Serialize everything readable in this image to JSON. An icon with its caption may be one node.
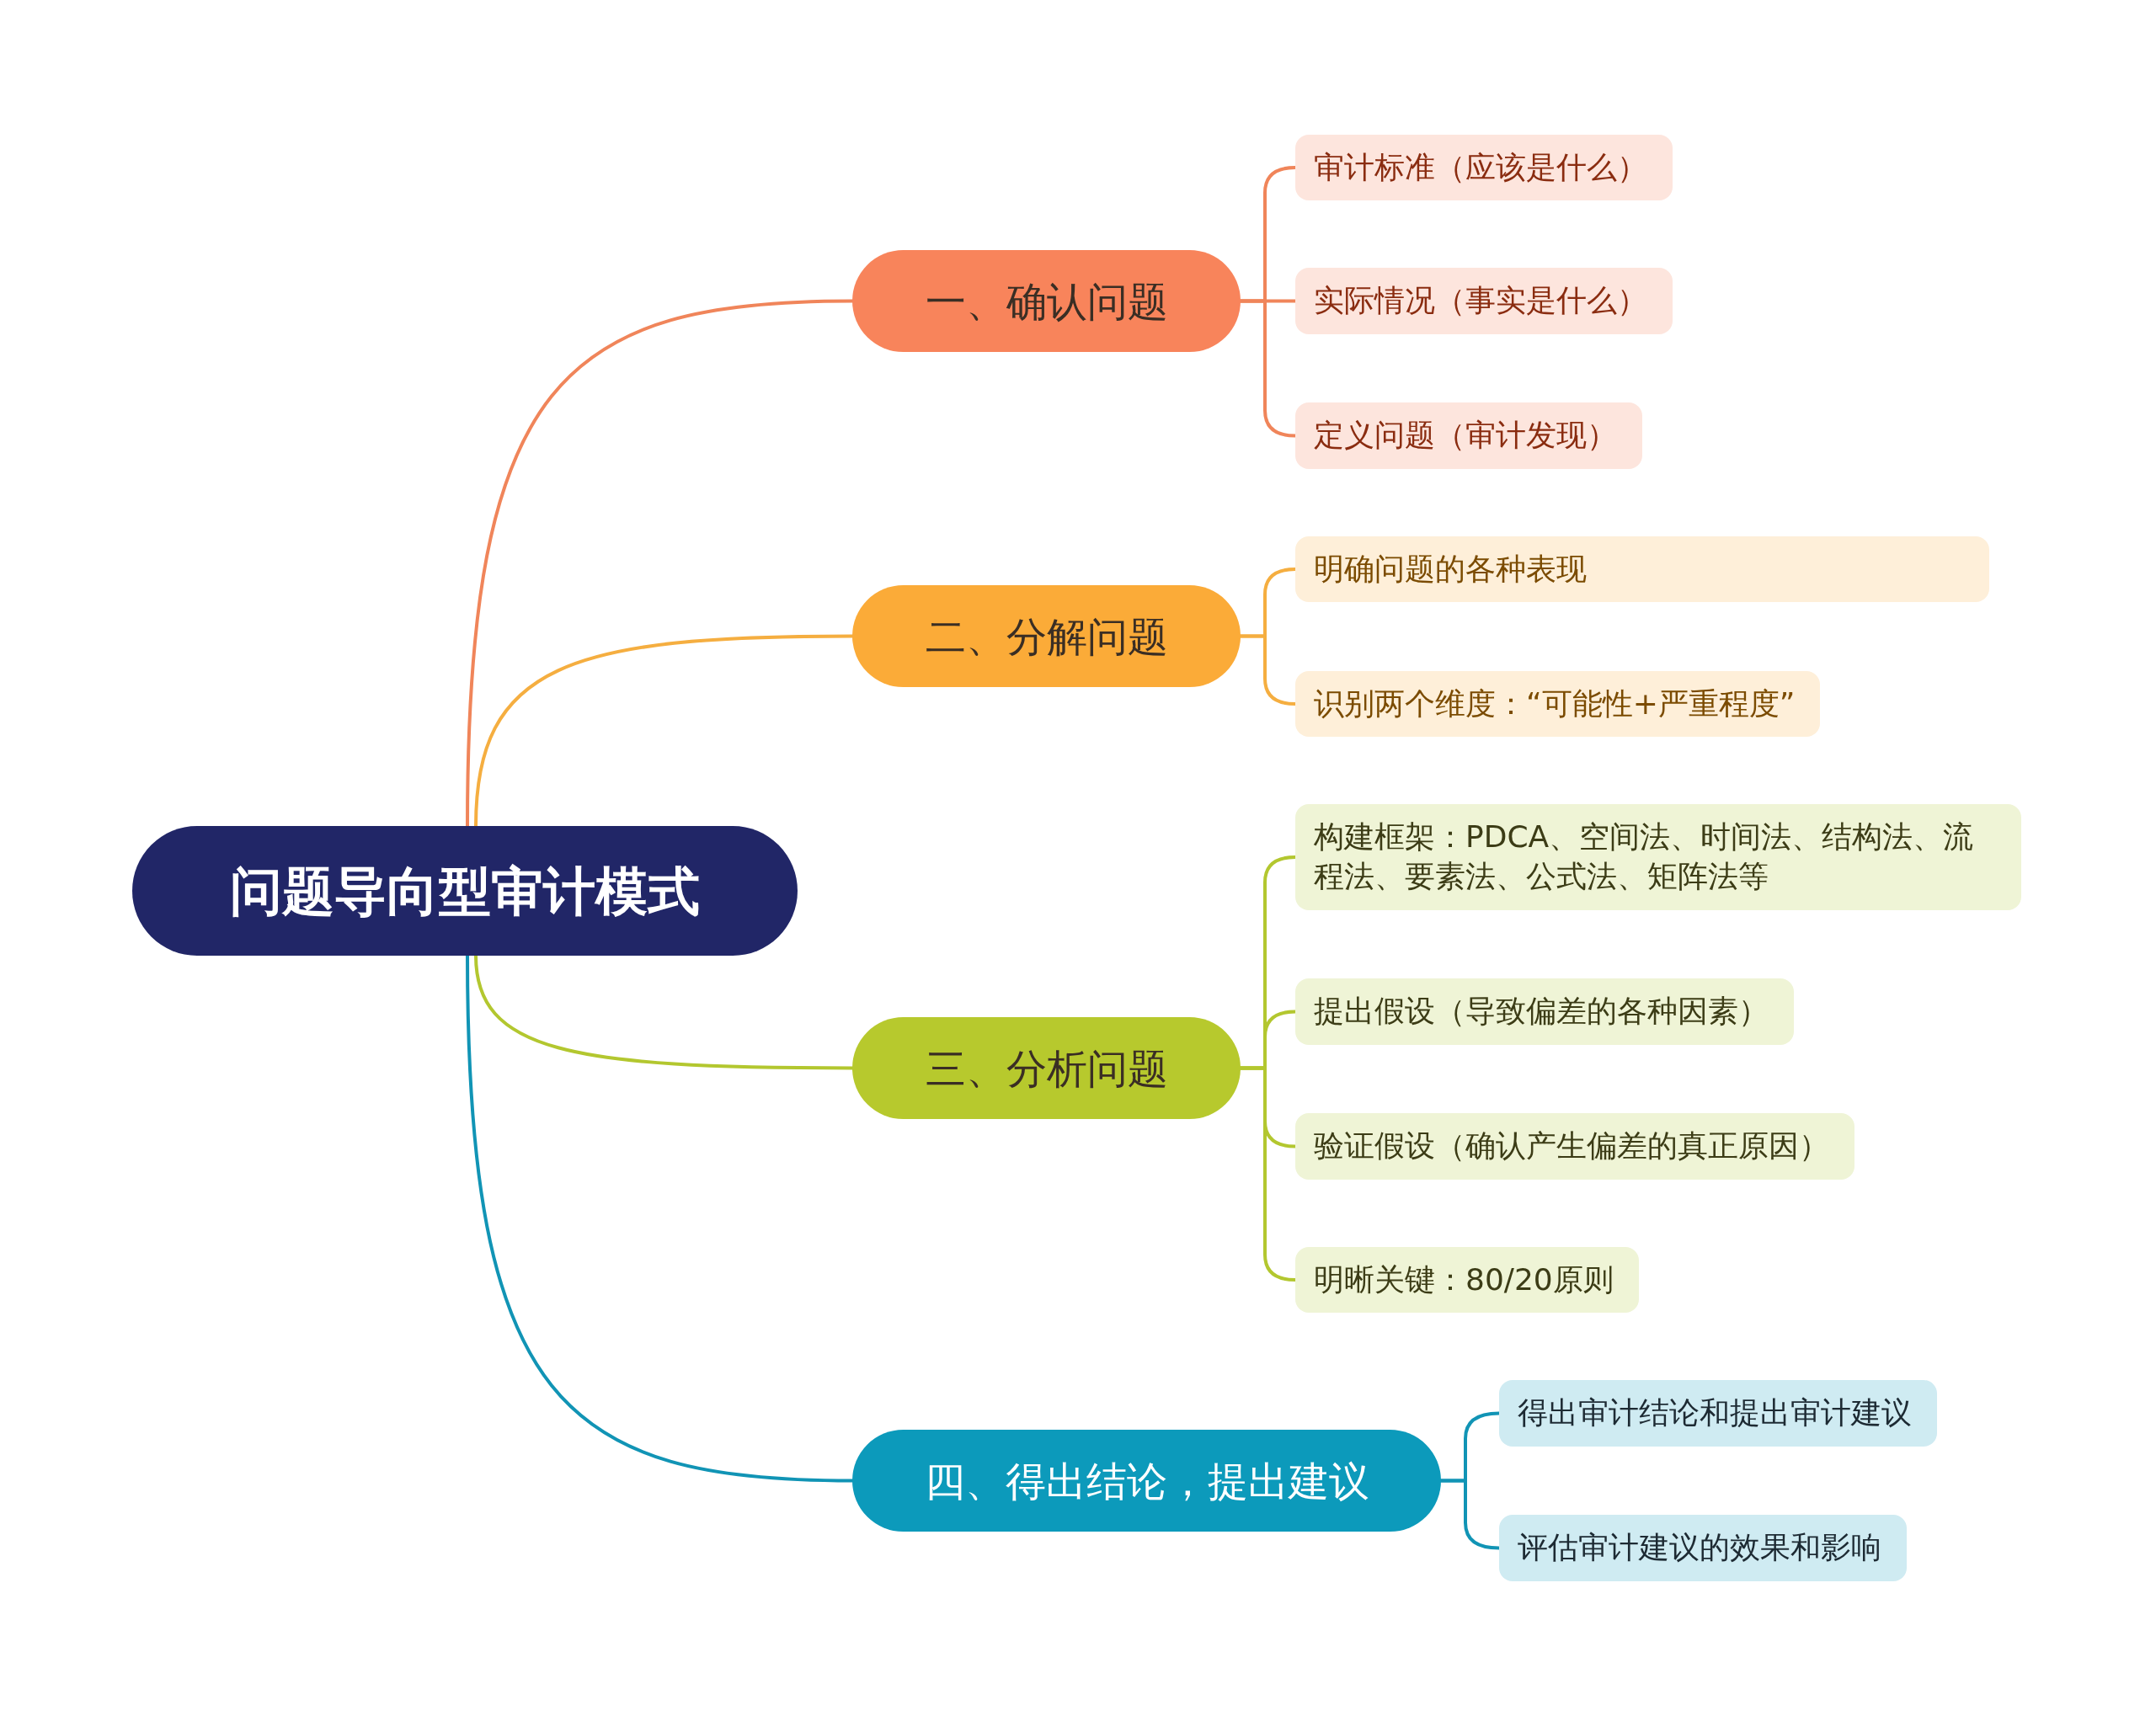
{
  "diagram": {
    "nodes": [
      {
        "text": [
          "问题导向型审计模式"
        ]
      },
      {
        "text": [
          "一、确认问题"
        ]
      },
      {
        "text": [
          "审计标准（应该是什么）"
        ]
      },
      {
        "text": [
          "实际情况（事实是什么）"
        ]
      },
      {
        "text": [
          "定义问题（审计发现）"
        ]
      },
      {
        "text": [
          "二、分解问题"
        ]
      },
      {
        "text": [
          "明确问题的各种表现"
        ]
      },
      {
        "text": [
          "识别两个维度：“可能性+严重程度”"
        ]
      },
      {
        "text": [
          "三、分析问题"
        ]
      },
      {
        "text": [
          "构建框架：PDCA、空间法、时间法、结构法、流程法、要素法、公式法、矩阵法等"
        ]
      },
      {
        "text": [
          "提出假设（导致偏差的各种因素）"
        ]
      },
      {
        "text": [
          "验证假设（确认产生偏差的真正原因）"
        ]
      },
      {
        "text": [
          "明晰关键：80/20原则"
        ]
      },
      {
        "text": [
          "四、得出结论，提出建议"
        ]
      },
      {
        "text": [
          "得出审计结论和提出审计建议"
        ]
      },
      {
        "text": [
          "评估审计建议的效果和影响"
        ]
      }
    ],
    "edges": [
      {
        "from": 0,
        "to": 1,
        "arrow": "none",
        "color": "#f0855a"
      },
      {
        "from": 1,
        "to": 2,
        "arrow": "none",
        "color": "#f0855a"
      },
      {
        "from": 1,
        "to": 3,
        "arrow": "none",
        "color": "#f0855a"
      },
      {
        "from": 1,
        "to": 4,
        "arrow": "none",
        "color": "#f0855a"
      },
      {
        "from": 0,
        "to": 5,
        "arrow": "none",
        "color": "#f5ae40"
      },
      {
        "from": 5,
        "to": 6,
        "arrow": "none",
        "color": "#f5ae40"
      },
      {
        "from": 5,
        "to": 7,
        "arrow": "none",
        "color": "#f5ae40"
      },
      {
        "from": 0,
        "to": 8,
        "arrow": "none",
        "color": "#b3c72f"
      },
      {
        "from": 8,
        "to": 9,
        "arrow": "none",
        "color": "#b3c72f"
      },
      {
        "from": 8,
        "to": 10,
        "arrow": "none",
        "color": "#b3c72f"
      },
      {
        "from": 8,
        "to": 11,
        "arrow": "none",
        "color": "#b3c72f"
      },
      {
        "from": 8,
        "to": 12,
        "arrow": "none",
        "color": "#b3c72f"
      },
      {
        "from": 0,
        "to": 13,
        "arrow": "none",
        "color": "#1194b5"
      },
      {
        "from": 13,
        "to": 14,
        "arrow": "none",
        "color": "#1194b5"
      },
      {
        "from": 13,
        "to": 15,
        "arrow": "none",
        "color": "#1194b5"
      }
    ]
  }
}
